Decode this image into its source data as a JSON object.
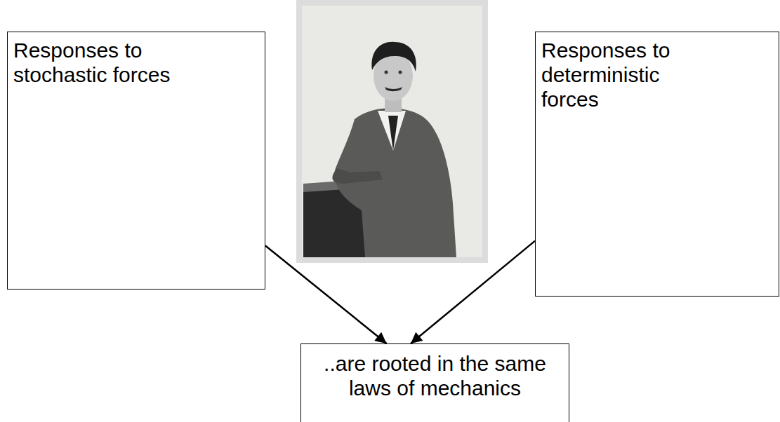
{
  "diagram": {
    "nodes": [
      {
        "text": [
          "Responses to stochastic forces"
        ]
      },
      {
        "text": [
          "Responses to deterministic forces"
        ]
      },
      {
        "text": [
          "..are rooted in the same laws of mechanics"
        ]
      }
    ],
    "edges": [
      {
        "from": 0,
        "to": 2,
        "arrow": "to"
      },
      {
        "from": 1,
        "to": 2,
        "arrow": "to"
      }
    ]
  }
}
